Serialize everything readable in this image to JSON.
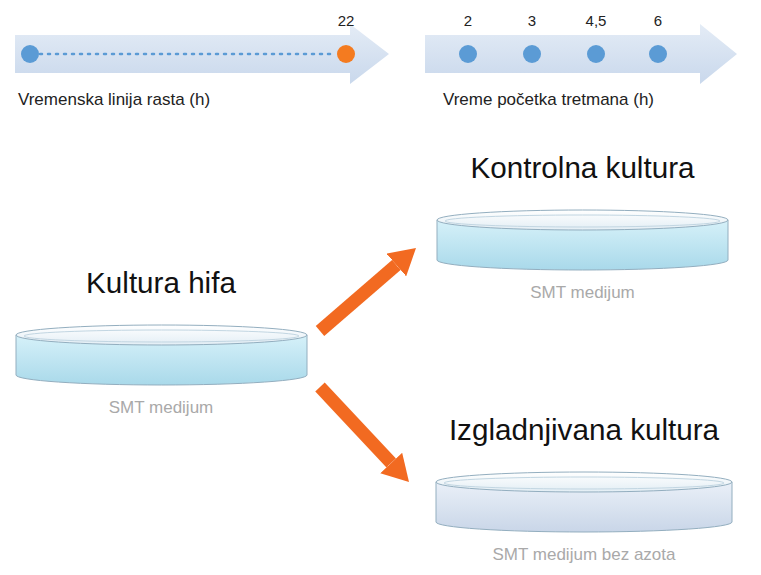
{
  "diagram": {
    "nodes": [
      {
        "text": [
          "Kultura hifa",
          "SMT medijum"
        ]
      },
      {
        "text": [
          "Kontrolna kultura",
          "SMT medijum"
        ]
      },
      {
        "text": [
          "Izgladnjivana kultura",
          "SMT medijum bez azota"
        ]
      }
    ],
    "edges": [
      {
        "from": 0,
        "to": 1,
        "arrow": "to"
      },
      {
        "from": 0,
        "to": 2,
        "arrow": "to"
      }
    ],
    "labels": [
      "22",
      "Vremenska linija rasta (h)",
      "2",
      "3",
      "4,5",
      "6",
      "Vreme početka tretmana (h)"
    ]
  }
}
